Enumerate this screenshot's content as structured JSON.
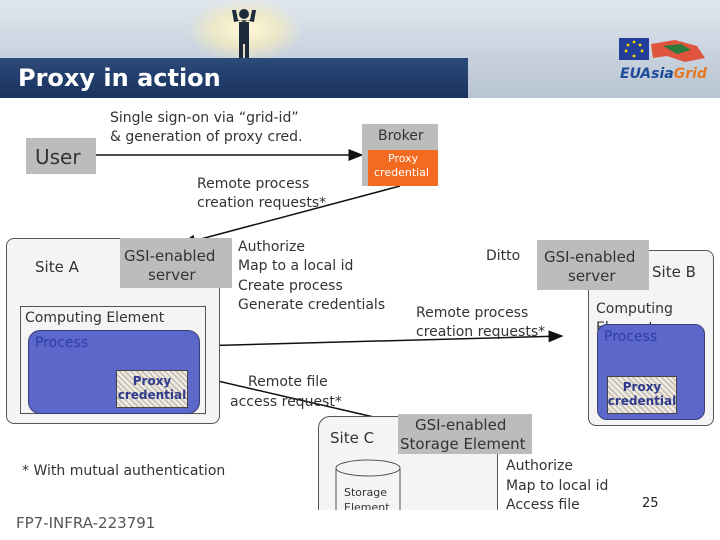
{
  "title": "Proxy in action",
  "logo": {
    "name_part1": "EUAsia",
    "name_part2": "Grid"
  },
  "user_label": "User",
  "signon_text": [
    "Single sign-on via “grid-id”",
    "& generation of proxy cred."
  ],
  "broker": {
    "label": "Broker",
    "proxy_label": [
      "Proxy",
      "credential"
    ]
  },
  "remote_process_requests_top": [
    "Remote process",
    "creation requests*"
  ],
  "site_a": {
    "label": "Site A",
    "gsi_server": [
      "GSI-enabled",
      "server"
    ],
    "computing_element": "Computing Element",
    "process": "Process",
    "proxy": [
      "Proxy",
      "credential"
    ]
  },
  "authorize_steps": [
    "Authorize",
    "Map to a local id",
    "Create process",
    "Generate credentials"
  ],
  "ditto": "Ditto",
  "remote_process_requests_right": [
    "Remote process",
    "creation requests*"
  ],
  "site_b": {
    "label": "Site B",
    "gsi_server": [
      "GSI-enabled",
      "server"
    ],
    "computing_element": [
      "Computing",
      "Element"
    ],
    "process": "Process",
    "proxy": [
      "Proxy",
      "credential"
    ]
  },
  "remote_file_request": [
    "Remote file",
    "access request*"
  ],
  "site_c": {
    "label": "Site C",
    "gsi_storage": [
      "GSI-enabled",
      "Storage Element"
    ],
    "storage": [
      "Storage",
      "Element"
    ],
    "steps": [
      "Authorize",
      "Map to local id",
      "Access file"
    ]
  },
  "footnote": "* With mutual authentication",
  "footer_label": "FP7-INFRA-223791",
  "page_number": "25",
  "colors": {
    "title_bar": "#1a3260",
    "process_fill": "#5b67c9",
    "broker_fill": "#f26b21",
    "text": "#333333"
  }
}
